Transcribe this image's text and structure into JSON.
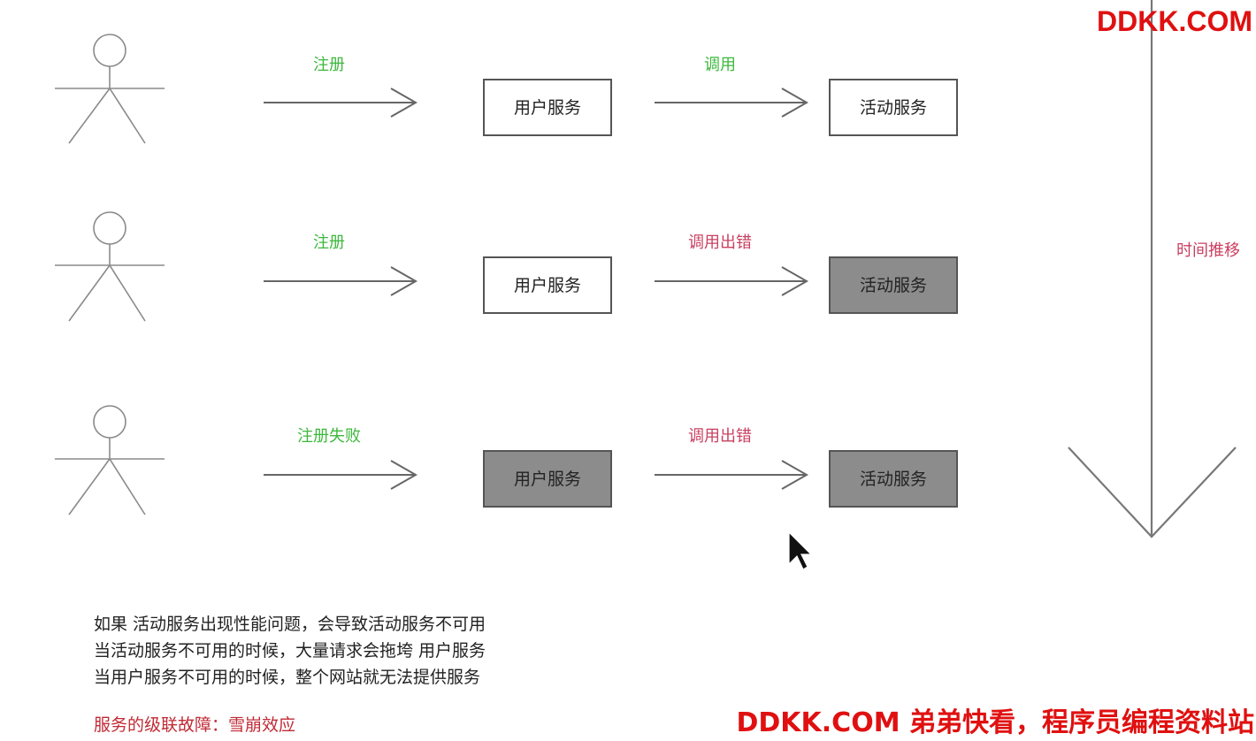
{
  "watermark": {
    "top": "DDKK.COM",
    "bottom": "DDKK.COM 弟弟快看，程序员编程资料站"
  },
  "colors": {
    "green_label": "#3db83d",
    "red_label": "#c94060",
    "failed_fill": "#8c8c8c",
    "normal_fill": "#ffffff"
  },
  "rows": [
    {
      "register_label": "注册",
      "call_label": "调用",
      "call_status": "ok",
      "user_service": {
        "label": "用户服务",
        "failed": false
      },
      "activity_service": {
        "label": "活动服务",
        "failed": false
      }
    },
    {
      "register_label": "注册",
      "call_label": "调用出错",
      "call_status": "error",
      "user_service": {
        "label": "用户服务",
        "failed": false
      },
      "activity_service": {
        "label": "活动服务",
        "failed": true
      }
    },
    {
      "register_label": "注册失败",
      "call_label": "调用出错",
      "call_status": "error",
      "user_service": {
        "label": "用户服务",
        "failed": true
      },
      "activity_service": {
        "label": "活动服务",
        "failed": true
      }
    }
  ],
  "time_axis": {
    "label": "时间推移"
  },
  "notes": [
    "如果 活动服务出现性能问题，会导致活动服务不可用",
    "当活动服务不可用的时候，大量请求会拖垮 用户服务",
    "当用户服务不可用的时候，整个网站就无法提供服务"
  ],
  "conclusion": "服务的级联故障：雪崩效应"
}
